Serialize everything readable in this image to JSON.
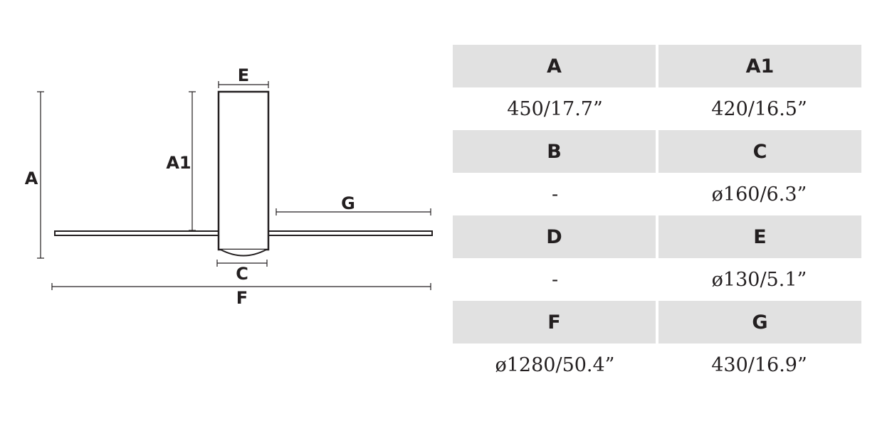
{
  "diagram": {
    "labels": {
      "A": "A",
      "A1": "A1",
      "C": "C",
      "E": "E",
      "F": "F",
      "G": "G"
    },
    "line_color": "#231f20"
  },
  "table": {
    "header_bg": "#e1e1e1",
    "rows": [
      {
        "headers": [
          "A",
          "A1"
        ],
        "values": [
          "450/17.7”",
          "420/16.5”"
        ]
      },
      {
        "headers": [
          "B",
          "C"
        ],
        "values": [
          "-",
          "ø160/6.3”"
        ]
      },
      {
        "headers": [
          "D",
          "E"
        ],
        "values": [
          "-",
          "ø130/5.1”"
        ]
      },
      {
        "headers": [
          "F",
          "G"
        ],
        "values": [
          "ø1280/50.4”",
          "430/16.9”"
        ]
      }
    ]
  }
}
